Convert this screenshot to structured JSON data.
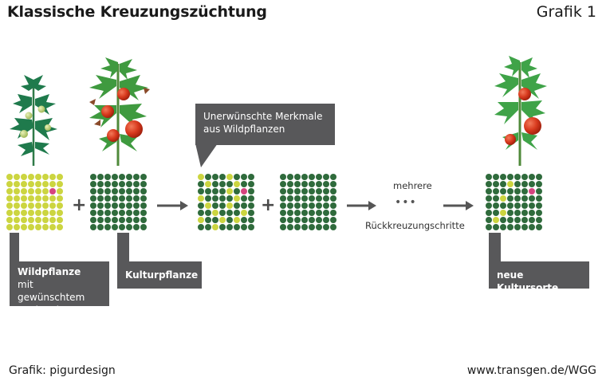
{
  "header": {
    "title": "Klassische Kreuzungszüchtung",
    "figure_label": "Grafik 1"
  },
  "colors": {
    "dark_green": "#2f6b3c",
    "light_yellow": "#ccd540",
    "pink": "#d6447f",
    "callout_bg": "#58585a",
    "arrow": "#555555"
  },
  "grids": {
    "wild": {
      "base": "light",
      "cells": [
        {
          "r": 2,
          "c": 6,
          "color": "pink"
        }
      ]
    },
    "crop1": {
      "base": "dark",
      "cells": []
    },
    "cross": {
      "base": "dark",
      "cells": [
        {
          "r": 0,
          "c": 0,
          "color": "light"
        },
        {
          "r": 0,
          "c": 4,
          "color": "light"
        },
        {
          "r": 1,
          "c": 5,
          "color": "light"
        },
        {
          "r": 1,
          "c": 1,
          "color": "light"
        },
        {
          "r": 2,
          "c": 6,
          "color": "pink"
        },
        {
          "r": 2,
          "c": 4,
          "color": "light"
        },
        {
          "r": 3,
          "c": 0,
          "color": "light"
        },
        {
          "r": 3,
          "c": 5,
          "color": "light"
        },
        {
          "r": 4,
          "c": 1,
          "color": "light"
        },
        {
          "r": 4,
          "c": 4,
          "color": "light"
        },
        {
          "r": 5,
          "c": 6,
          "color": "light"
        },
        {
          "r": 5,
          "c": 2,
          "color": "light"
        },
        {
          "r": 6,
          "c": 0,
          "color": "light"
        },
        {
          "r": 6,
          "c": 5,
          "color": "light"
        },
        {
          "r": 6,
          "c": 3,
          "color": "light"
        },
        {
          "r": 7,
          "c": 2,
          "color": "light"
        }
      ]
    },
    "crop2": {
      "base": "dark",
      "cells": []
    },
    "final": {
      "base": "dark",
      "cells": [
        {
          "r": 1,
          "c": 3,
          "color": "light"
        },
        {
          "r": 2,
          "c": 6,
          "color": "pink"
        },
        {
          "r": 3,
          "c": 2,
          "color": "light"
        },
        {
          "r": 5,
          "c": 2,
          "color": "light"
        },
        {
          "r": 6,
          "c": 1,
          "color": "light"
        }
      ]
    }
  },
  "callouts": {
    "wild": [
      "Wildpflanze",
      "mit gewünschtem",
      "Merkmal"
    ],
    "crop": [
      "Kulturpflanze"
    ],
    "unwanted": [
      "Unerwünschte Merkmale",
      "aus  Wildpflanzen"
    ],
    "new": [
      "neue Kultursorte"
    ]
  },
  "process": {
    "top_label": "mehrere",
    "ellipsis": "•••",
    "bottom_label": "Rückkreuzungschritte"
  },
  "operators": {
    "plus": "+"
  },
  "footer": {
    "credit": "Grafik: pigurdesign",
    "source": "www.transgen.de/WGG"
  }
}
